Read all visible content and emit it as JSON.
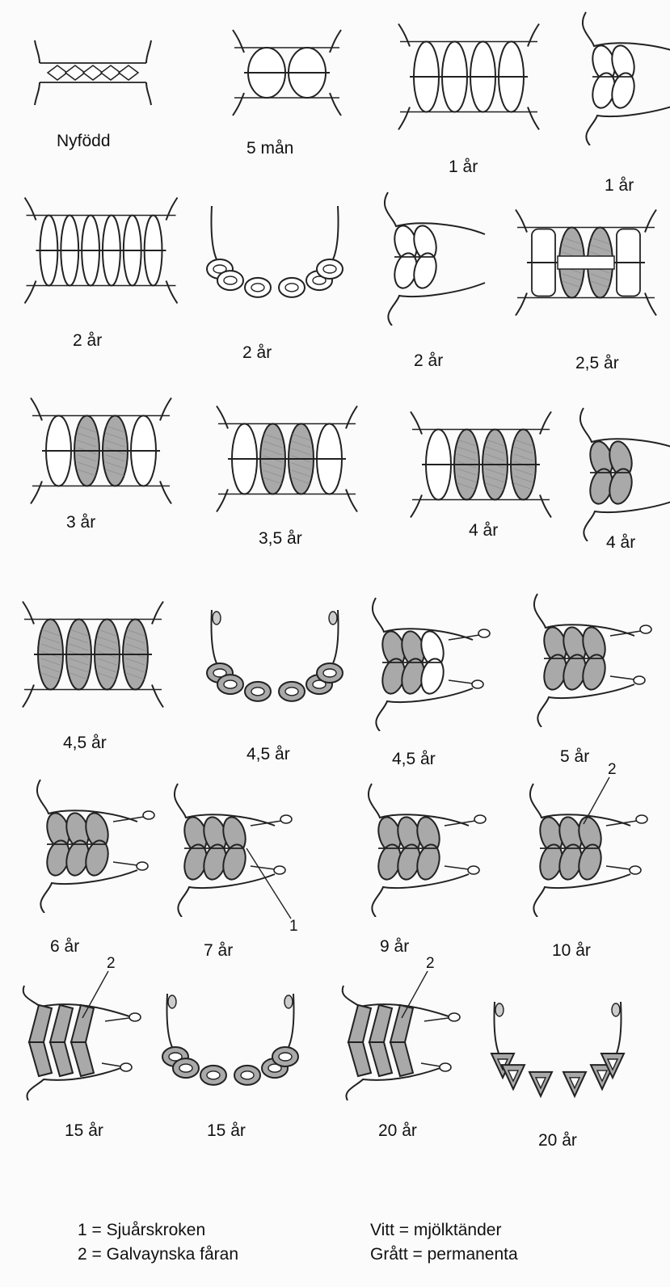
{
  "drawings": [
    {
      "label": "Nyfödd",
      "view": "front-newborn",
      "shade": "none"
    },
    {
      "label": "5 mån",
      "view": "front-2",
      "shade": "none"
    },
    {
      "label": "1 år",
      "view": "front-4",
      "shade": "none"
    },
    {
      "label": "1 år",
      "view": "side-2",
      "shade": "none"
    },
    {
      "label": "2 år",
      "view": "front-6",
      "shade": "none"
    },
    {
      "label": "2 år",
      "view": "arch-white",
      "shade": "none"
    },
    {
      "label": "2 år",
      "view": "side-2",
      "shade": "none"
    },
    {
      "label": "2,5 år",
      "view": "front-gap",
      "shade": "center"
    },
    {
      "label": "3 år",
      "view": "front-4",
      "shade": "center"
    },
    {
      "label": "3,5 år",
      "view": "front-4",
      "shade": "center-partial"
    },
    {
      "label": "4 år",
      "view": "front-4",
      "shade": "most"
    },
    {
      "label": "4 år",
      "view": "side-2",
      "shade": "front"
    },
    {
      "label": "4,5 år",
      "view": "front-4",
      "shade": "all"
    },
    {
      "label": "4,5 år",
      "view": "arch-grey",
      "shade": "all"
    },
    {
      "label": "4,5 år",
      "view": "side-3",
      "shade": "front"
    },
    {
      "label": "5 år",
      "view": "side-3",
      "shade": "all"
    },
    {
      "label": "6 år",
      "view": "side-3",
      "shade": "all"
    },
    {
      "label": "7 år",
      "view": "side-3",
      "shade": "all",
      "marker": "1"
    },
    {
      "label": "9 år",
      "view": "side-3",
      "shade": "all"
    },
    {
      "label": "10 år",
      "view": "side-3",
      "shade": "all",
      "marker": "2"
    },
    {
      "label": "15 år",
      "view": "side-angled",
      "shade": "all",
      "marker": "2"
    },
    {
      "label": "15 år",
      "view": "arch-grey",
      "shade": "all"
    },
    {
      "label": "20 år",
      "view": "side-angled",
      "shade": "all",
      "marker": "2"
    },
    {
      "label": "20 år",
      "view": "arch-triangle",
      "shade": "all"
    }
  ],
  "legend": {
    "markers": [
      "1 = Sjuårskroken",
      "2 = Galvaynska fåran"
    ],
    "colors": [
      "Vitt = mjölktänder",
      "Grått = permanenta"
    ]
  },
  "colors": {
    "ink": "#222222",
    "permanent_fill": "#a9a9a9",
    "permanent_dark": "#7e7e7e",
    "milk_fill": "#ffffff",
    "paper": "#fbfbfb"
  }
}
